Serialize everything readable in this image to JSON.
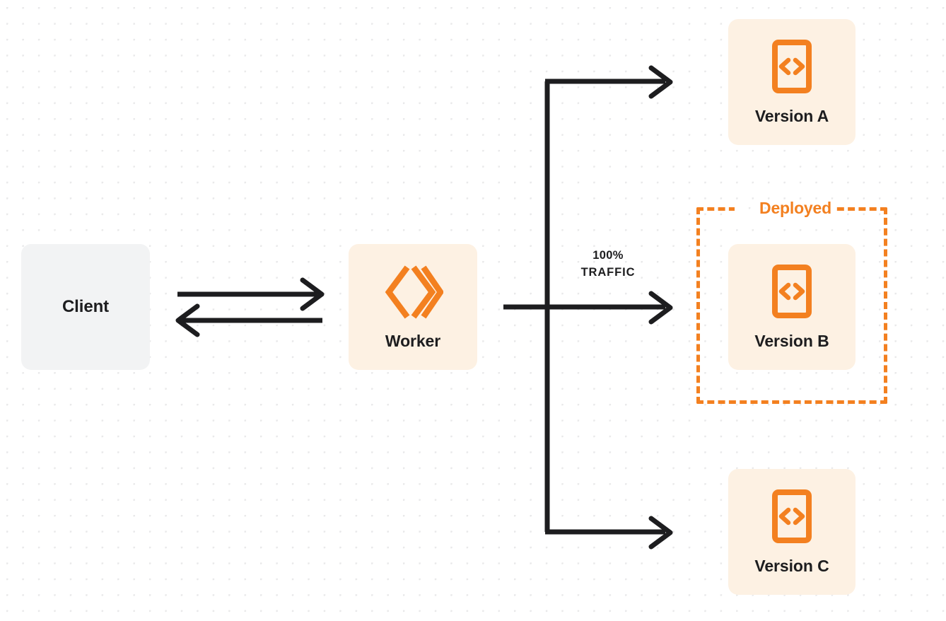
{
  "diagram": {
    "title": "Worker version traffic routing",
    "background": {
      "color": "#ffffff",
      "dot_color": "#e9e9ea",
      "pattern": "dot-grid"
    },
    "colors": {
      "orange": "#f38020",
      "orange_tint": "#fdf1e3",
      "gray_tint": "#f2f3f4",
      "ink": "#1d1d1f",
      "wire": "#1d1d1f"
    }
  },
  "nodes": {
    "client": {
      "label": "Client",
      "icon": "none"
    },
    "worker": {
      "label": "Worker",
      "icon": "cloudflare-workers-logo"
    },
    "version_a": {
      "label": "Version A",
      "icon": "code-file-icon"
    },
    "version_b": {
      "label": "Version B",
      "icon": "code-file-icon"
    },
    "version_c": {
      "label": "Version C",
      "icon": "code-file-icon"
    }
  },
  "groups": {
    "deployed": {
      "label": "Deployed",
      "contains": "Version B",
      "border_style": "dashed",
      "border_color": "#f38020"
    }
  },
  "edges": {
    "client_to_worker": {
      "label": "",
      "direction": "right",
      "icon": "arrow-right-icon"
    },
    "worker_to_client": {
      "label": "",
      "direction": "left",
      "icon": "arrow-left-icon"
    },
    "worker_to_version_a": {
      "label": "",
      "direction": "right",
      "icon": "arrow-right-icon"
    },
    "worker_to_version_b": {
      "percent": "100%",
      "unit": "TRAFFIC",
      "direction": "right",
      "icon": "arrow-right-icon"
    },
    "worker_to_version_c": {
      "label": "",
      "direction": "right",
      "icon": "arrow-right-icon"
    }
  }
}
